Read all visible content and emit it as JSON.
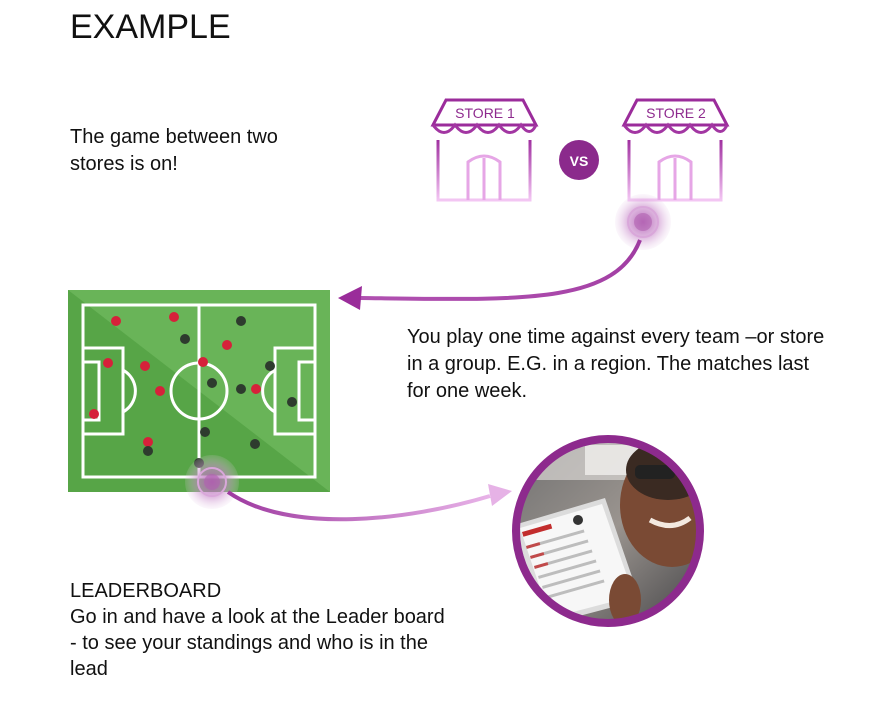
{
  "title": "EXAMPLE",
  "intro_text": "The game between two stores is on!",
  "stores": {
    "store1_label": "STORE 1",
    "store2_label": "STORE 2",
    "vs_label": "VS"
  },
  "play_text": "You play one time against every team –or store in a group. E.G. in a region. The matches last for one week.",
  "leaderboard": {
    "heading": "LEADERBOARD",
    "body": "Go in and have a look at the Leader board  - to see your standings and who is in the lead"
  },
  "colors": {
    "purple": "#8e2a8e",
    "light_purple": "#e9a6e9",
    "pitch_green": "#5aa84a",
    "pitch_dark": "#4b8f3c",
    "red_player": "#d6213a",
    "dark_player": "#2c3a2c"
  },
  "icons": [
    "store-icon",
    "vs-badge",
    "touch-ripple-icon",
    "football-pitch",
    "leaderboard-photo"
  ]
}
